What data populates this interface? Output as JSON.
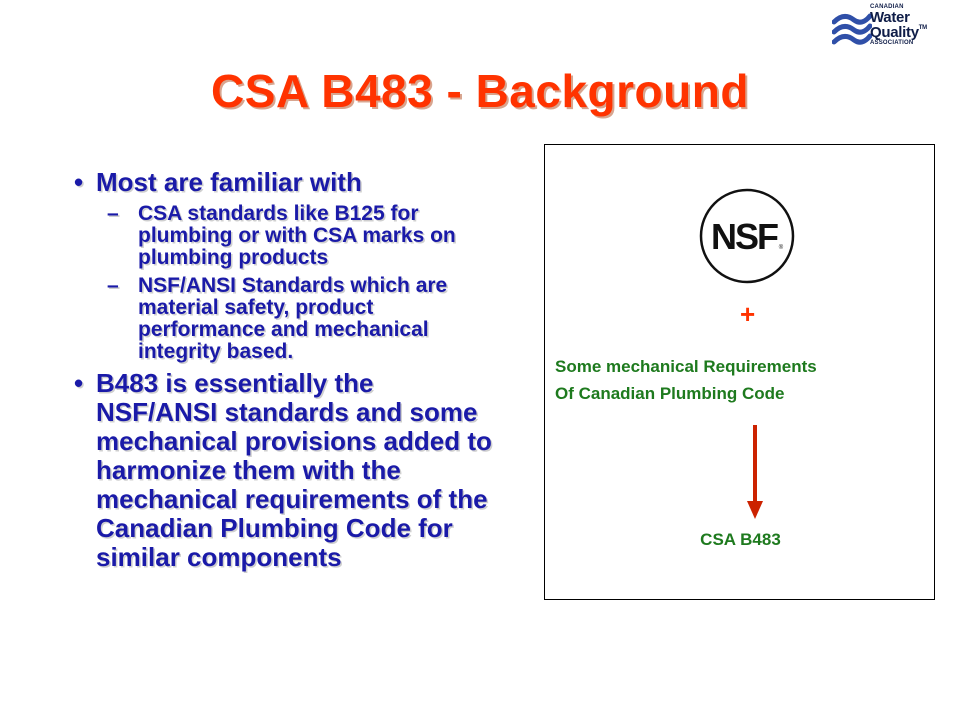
{
  "logo": {
    "small_top": "CANADIAN",
    "word1": "Water",
    "word2": "Quality",
    "tm": "TM",
    "small_bottom": "ASSOCIATION"
  },
  "title": "CSA B483 - Background",
  "bullets": [
    {
      "text": "Most are familiar with",
      "sub": [
        "CSA standards like B125 for plumbing or with CSA marks on plumbing products",
        "NSF/ANSI Standards which are material safety, product performance and mechanical integrity based."
      ]
    },
    {
      "text": "B483 is essentially the NSF/ANSI standards and some mechanical provisions added to harmonize them with the mechanical requirements of the Canadian Plumbing Code for similar components",
      "sub": []
    }
  ],
  "bullet_symbol": "•",
  "dash_symbol": "–",
  "diagram": {
    "nsf_label": "NSF",
    "nsf_reg": "®",
    "plus": "+",
    "mech_line1": "Some mechanical Requirements",
    "mech_line2": "Of Canadian Plumbing Code",
    "result": "CSA B483"
  },
  "colors": {
    "title": "#ff3300",
    "body_text": "#1a1aa8",
    "diagram_text": "#1e7a1e",
    "arrow": "#cc2200",
    "logo_text": "#0f1d48",
    "logo_swoosh": "#2f4fa8"
  }
}
